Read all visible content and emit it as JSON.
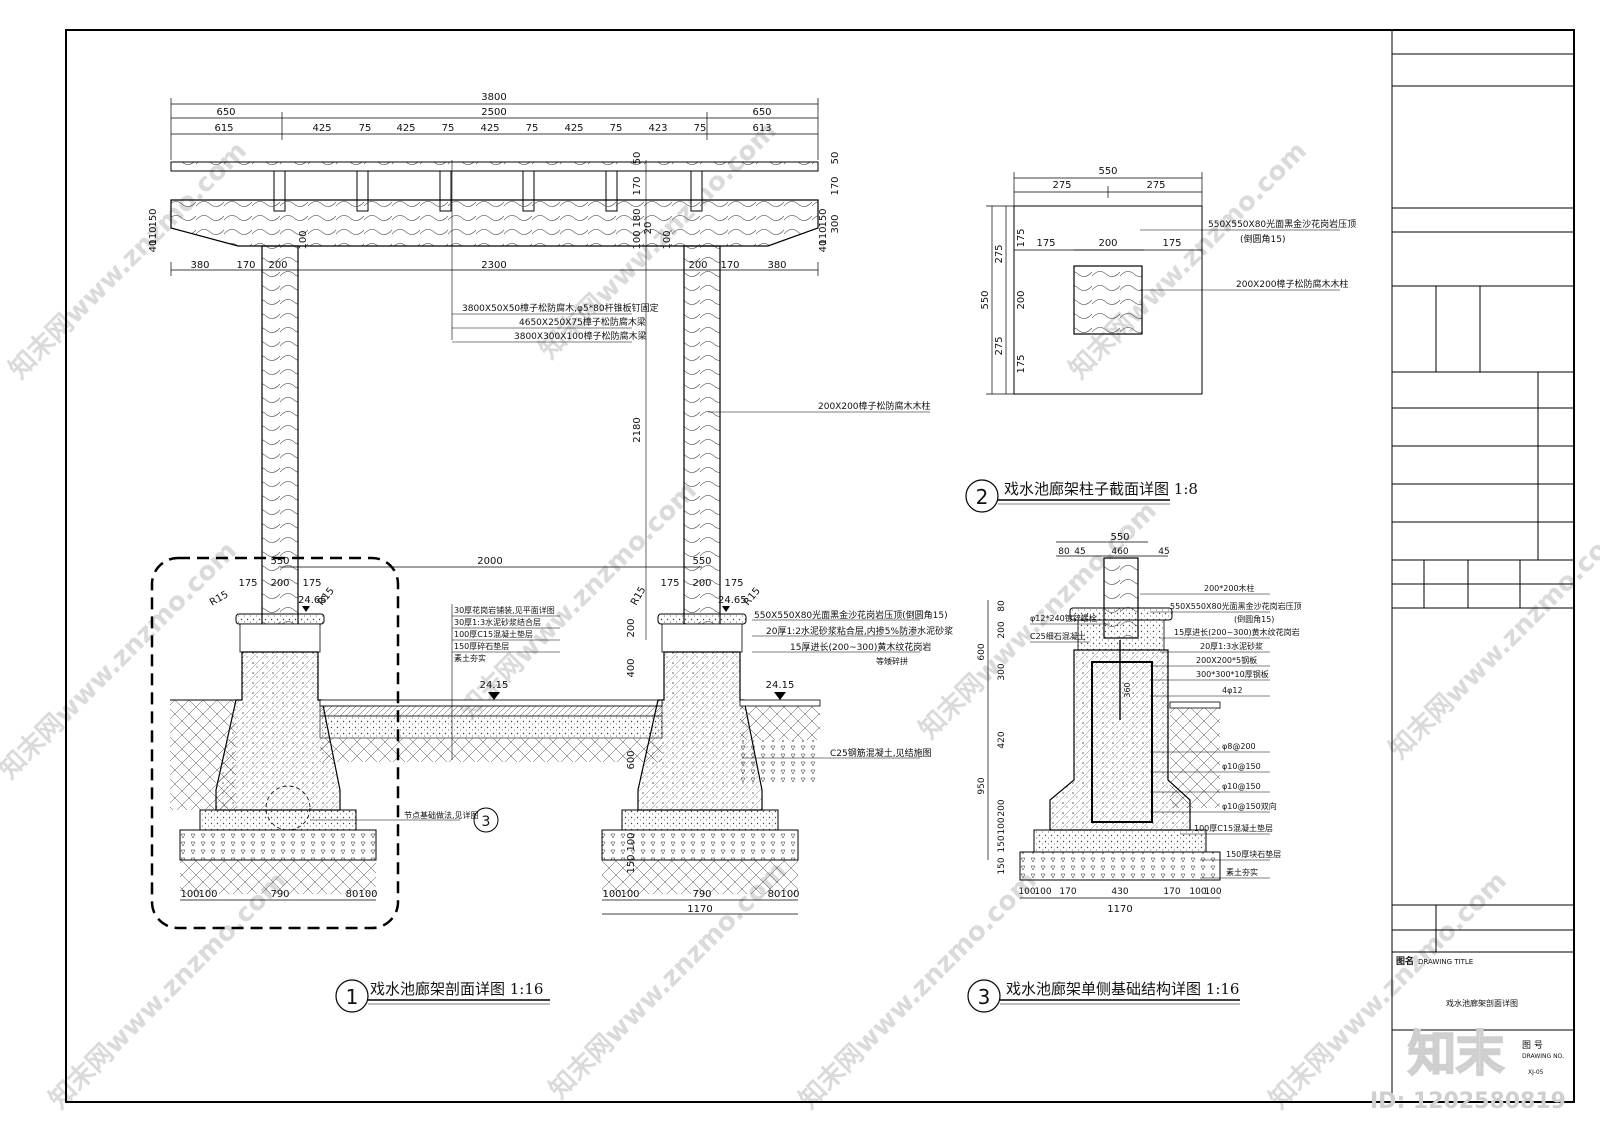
{
  "drawing1": {
    "title": "戏水池廊架剖面详图 1:16",
    "number": "1",
    "top_dims": [
      "3800",
      "2500",
      "650",
      "650",
      "615",
      "425",
      "75",
      "425",
      "75",
      "425",
      "75",
      "425",
      "75",
      "423",
      "75",
      "613"
    ],
    "beam_dims": [
      "380",
      "170",
      "200",
      "2300",
      "200",
      "170",
      "380"
    ],
    "side_dims_left": [
      "150",
      "110",
      "40"
    ],
    "side_dims_right": [
      "50",
      "170",
      "150",
      "110",
      "40",
      "300"
    ],
    "mid_dims": [
      "50",
      "170",
      "180",
      "20",
      "100",
      "100",
      "100"
    ],
    "height_dim": "2180",
    "width_dim": "2000",
    "base_dims_left": [
      "550",
      "175",
      "200",
      "175",
      "R15",
      "R15",
      "24.65"
    ],
    "base_dims_right": [
      "550",
      "175",
      "200",
      "175",
      "R15",
      "R15",
      "24.65"
    ],
    "bottom_dims": [
      "100",
      "100",
      "790",
      "80",
      "100"
    ],
    "bottom_dims_right": [
      "100",
      "100",
      "790",
      "80",
      "100",
      "1170"
    ],
    "vert_dims": [
      "200",
      "400",
      "600",
      "100",
      "150"
    ],
    "water_level": "24.15",
    "labels_beam": [
      "3800X50X50樟子松防腐木,φ5*80杆锥板钉固定",
      "4650X250X75樟子松防腐木梁",
      "3800X300X100樟子松防腐木梁"
    ],
    "label_column": "200X200樟子松防腐木木柱",
    "labels_pool": [
      "30厚花岗岩铺装,见平面详图",
      "30厚1:3水泥砂浆结合层",
      "100厚C15混凝土垫层",
      "150厚碎石垫层",
      "素土夯实"
    ],
    "labels_cap": [
      "550X550X80光面黑金沙花岗岩压顶(倒圆角15)",
      "20厚1:2水泥砂浆粘合层,内掺5%防渗水泥砂浆",
      "15厚进长(200~300)黄木纹花岗岩",
      "等矮碎拼"
    ],
    "label_c25": "C25钢筋混凝土,见结施图",
    "label_node": "节点基础做法,见详图",
    "node_ref": "3"
  },
  "drawing2": {
    "title": "戏水池廊架柱子截面详图 1:8",
    "number": "2",
    "dims_top": [
      "550",
      "275",
      "275"
    ],
    "dims_inner": [
      "200",
      "175",
      "175"
    ],
    "dims_left": [
      "550",
      "275",
      "275"
    ],
    "dims_left_inner": [
      "175",
      "200",
      "175"
    ],
    "labels": [
      "550X550X80光面黑金沙花岗岩压顶",
      "(倒圆角15)",
      "200X200樟子松防腐木木柱"
    ]
  },
  "drawing3": {
    "title": "戏水池廊架单侧基础结构详图 1:16",
    "number": "3",
    "dims_top": [
      "550",
      "80",
      "45",
      "460",
      "45"
    ],
    "dims_left": [
      "80",
      "200",
      "600",
      "300",
      "420",
      "950",
      "200",
      "100",
      "150",
      "150"
    ],
    "dims_bottom": [
      "100",
      "100",
      "170",
      "430",
      "170",
      "100",
      "100",
      "1170"
    ],
    "labels": [
      "200*200木柱",
      "550X550X80光面黑金沙花岗岩压顶",
      "(倒圆角15)",
      "15厚进长(200~300)黄木纹花岗岩",
      "20厚1:3水泥砂浆",
      "200X200*5钢板",
      "300*300*10厚钢板",
      "4φ12",
      "φ8@200",
      "φ10@150",
      "φ10@150",
      "φ10@150双向",
      "100厚C15混凝土垫层",
      "150厚块石垫层",
      "素土夯实"
    ],
    "label_bolt": "φ12*240镀锌螺栓",
    "label_c25": "C25细石混凝土",
    "dim_360": "360"
  },
  "title_block": {
    "label_title": "图名",
    "label_title_en": "DRAWING TITLE",
    "drawing_name": "戏水池廊架剖面详图",
    "label_no": "图 号",
    "label_no_en": "DRAWING NO.",
    "drawing_no": "XJ-05"
  },
  "watermark": {
    "logo": "知末",
    "site": "知末网www.znzmo.com",
    "id": "ID: 1202580819"
  }
}
